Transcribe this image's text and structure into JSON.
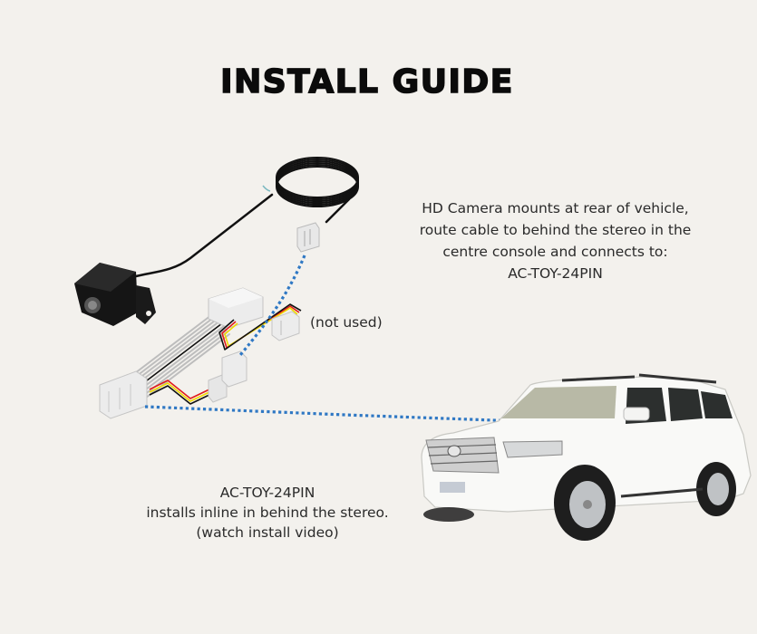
{
  "title": "INSTALL GUIDE",
  "camera_description": {
    "lines": [
      "HD Camera mounts at rear of vehicle,",
      "route cable to behind the stereo in the",
      "centre console and connects to:",
      "AC-TOY-24PIN"
    ]
  },
  "harness_description": {
    "lines": [
      "AC-TOY-24PIN",
      "installs inline in behind the stereo.",
      "(watch install video)"
    ]
  },
  "labels": {
    "not_used": "(not used)"
  },
  "images": {
    "camera": "rear-camera-with-coiled-cable",
    "harness": "AC-TOY-24PIN wiring harness",
    "vehicle": "white Toyota Land Cruiser SUV"
  },
  "colors": {
    "background": "#f3f1ed",
    "dotted_line": "#2f78c4",
    "title": "#0b0b0b"
  }
}
